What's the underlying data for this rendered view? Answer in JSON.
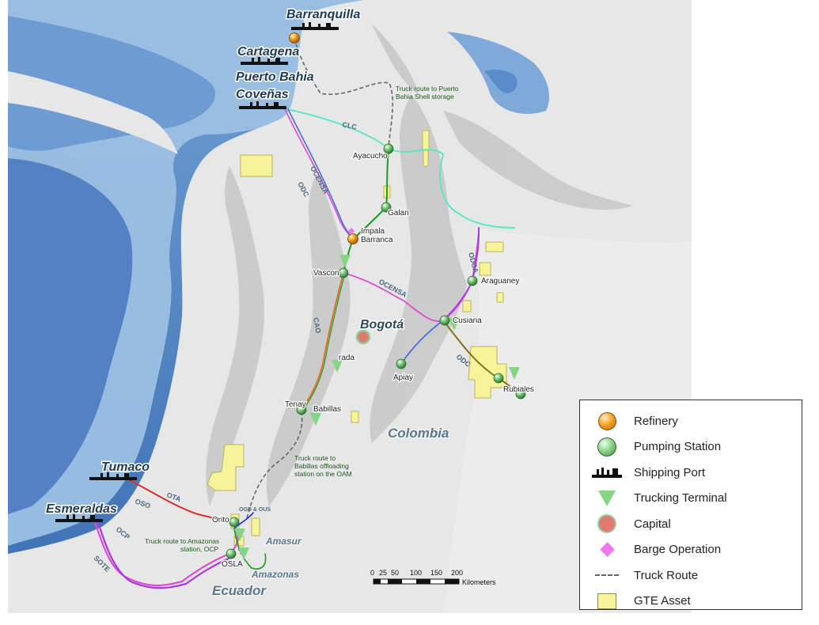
{
  "ports": [
    {
      "key": "barranquilla",
      "label": "Barranquilla"
    },
    {
      "key": "cartagena",
      "label": "Cartagena"
    },
    {
      "key": "puerto_bahia",
      "label": "Puerto Bahia"
    },
    {
      "key": "covenas",
      "label": "Coveñas"
    },
    {
      "key": "tumaco",
      "label": "Tumaco"
    },
    {
      "key": "esmeraldas",
      "label": "Esmeraldas"
    }
  ],
  "stations": {
    "ayacucho": "Ayacucho",
    "galan": "Galan",
    "impala": "Impala",
    "barranca": "Barranca",
    "vasconia": "Vascon",
    "araguaney": "Araguaney",
    "cusiana": "Cusiana",
    "apiay": "Apiay",
    "rubiales": "Rubiales",
    "tenay": "Tenay",
    "babillas": "Babillas",
    "dorada": "rada",
    "orito": "Orito",
    "osla": "OSLA"
  },
  "regions": {
    "colombia": "Colombia",
    "ecuador": "Ecuador",
    "bogota": "Bogotá",
    "amasur": "Amasur",
    "amazonas": "Amazonas"
  },
  "pipelines": {
    "clc": "CLC",
    "ocensa_north": "OCENSA",
    "odc_north": "ODC",
    "ocensa_mid": "OCENSA",
    "cao": "CAO",
    "odc_east": "ODC",
    "ocp": "OCP",
    "sote": "SOTE",
    "ota": "OTA",
    "oso": "OSO",
    "oca": "ODCA",
    "ogd_ous": "OGD & OUS"
  },
  "notes": {
    "truck_puerto_bahia_1": "Truck route to Puerto",
    "truck_puerto_bahia_2": "Bahia Shell storage",
    "truck_babillas_1": "Truck route to",
    "truck_babillas_2": "Babillas offloading",
    "truck_babillas_3": "station on the OAM",
    "truck_amazonas_1": "Truck route to Amazonas",
    "truck_amazonas_2": "station, OCP"
  },
  "scale_bar": {
    "ticks": [
      "0",
      "25",
      "50",
      "100",
      "150",
      "200"
    ],
    "unit": "Kilometers"
  },
  "legend": [
    {
      "symbol": "refinery",
      "label": "Refinery"
    },
    {
      "symbol": "pump",
      "label": "Pumping Station"
    },
    {
      "symbol": "port",
      "label": "Shipping Port"
    },
    {
      "symbol": "truck",
      "label": "Trucking Terminal"
    },
    {
      "symbol": "capital",
      "label": "Capital"
    },
    {
      "symbol": "barge",
      "label": "Barge Operation"
    },
    {
      "symbol": "route",
      "label": "Truck Route"
    },
    {
      "symbol": "asset",
      "label": "GTE Asset"
    }
  ],
  "colors": {
    "ocean_deep": "#3e74b8",
    "ocean_shelf": "#9cc0e3",
    "land": "#e7e7e7",
    "relief": "#c4c4c4",
    "pipeline_green": "#1f9a1f",
    "pipeline_teal": "#5ee6c6",
    "pipeline_pink": "#e04ad2",
    "pipeline_purple": "#a23be0",
    "pipeline_red": "#e02a2a",
    "pipeline_blue": "#4a6fd6",
    "pipeline_olive": "#807020",
    "pipeline_orange": "#e06a20",
    "truck_route": "#666666",
    "gte_asset": "#f6f39b"
  }
}
